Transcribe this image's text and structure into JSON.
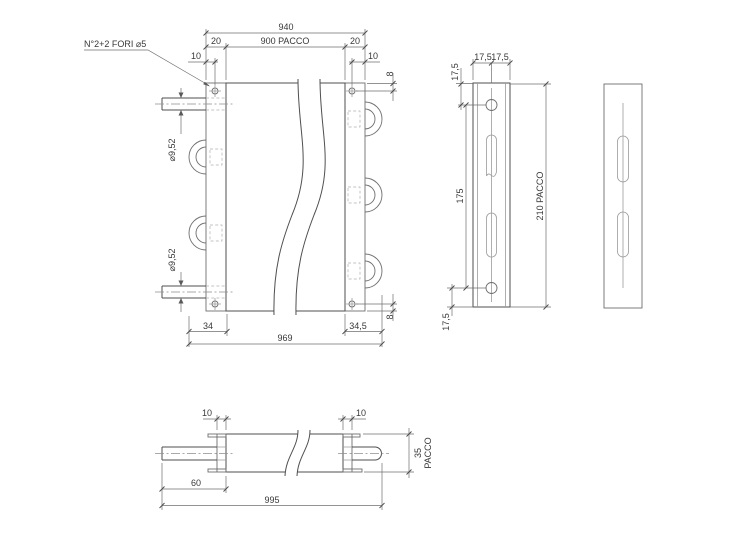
{
  "front": {
    "note": "N°2+2 FORI ⌀5",
    "total_width": "940",
    "flange_left": "20",
    "pack_width": "900 PACCO",
    "flange_right": "20",
    "hole_offset_left": "10",
    "hole_offset_right": "10",
    "hole_edge_top": "8",
    "hole_edge_bottom": "8",
    "tube_dia_top": "⌀9,52",
    "tube_dia_bottom": "⌀9,52",
    "overhang_left": "34",
    "overhang_right": "34,5",
    "overall_length": "969"
  },
  "side": {
    "half_width_left": "17,5",
    "half_width_right": "17,5",
    "top_hole_offset": "17,5",
    "hole_spacing": "175",
    "pack_height": "210 PACCO",
    "bottom_hole_offset": "17,5"
  },
  "bottom": {
    "lip_left": "10",
    "lip_right": "10",
    "tube_length": "60",
    "overall_length": "995",
    "thickness": "35",
    "thickness_label": "PACCO"
  },
  "colors": {
    "background": "#ffffff",
    "line": "#4f4f4f",
    "dimension_text": "#383838"
  }
}
